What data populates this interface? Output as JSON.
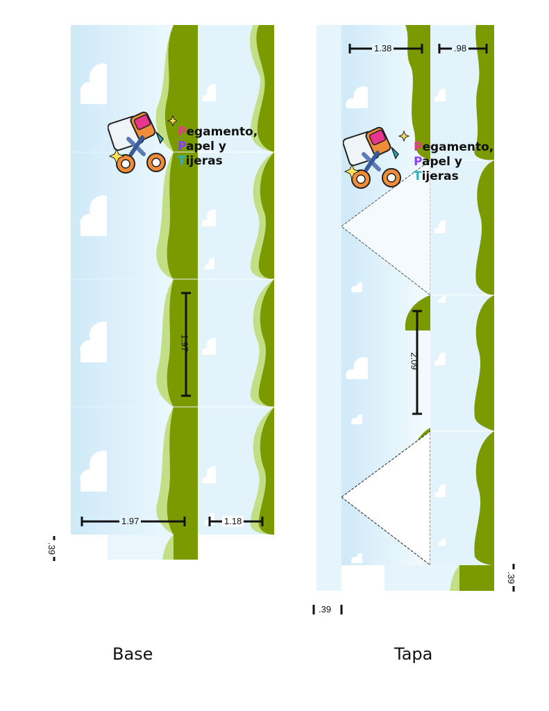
{
  "captions": {
    "base": "Base",
    "tapa": "Tapa"
  },
  "logo": {
    "lines": [
      {
        "first": "P",
        "rest": "egamento,",
        "first_color": "#e8368f"
      },
      {
        "first": "P",
        "rest": "apel y",
        "first_color": "#8a3ffc"
      },
      {
        "first": "T",
        "rest": "ijeras",
        "first_color": "#2bb3c0"
      }
    ],
    "icon": "glue-paper-scissors-icon"
  },
  "dimensions": {
    "base_vertical": "1.97",
    "base_horizontal_1": "1.97",
    "base_horizontal_2": "1.18",
    "base_flap": ".39",
    "tapa_horizontal_1": "1.38",
    "tapa_horizontal_2": ".98",
    "tapa_vertical": "2.09",
    "tapa_flap_bottom": ".39",
    "tapa_flap_right": ".39"
  },
  "colors": {
    "sky": "#d6eefa",
    "grass_dark": "#7a9a00",
    "grass_light": "#c2df86",
    "cloud": "#ffffff",
    "dim_line": "#111111"
  }
}
